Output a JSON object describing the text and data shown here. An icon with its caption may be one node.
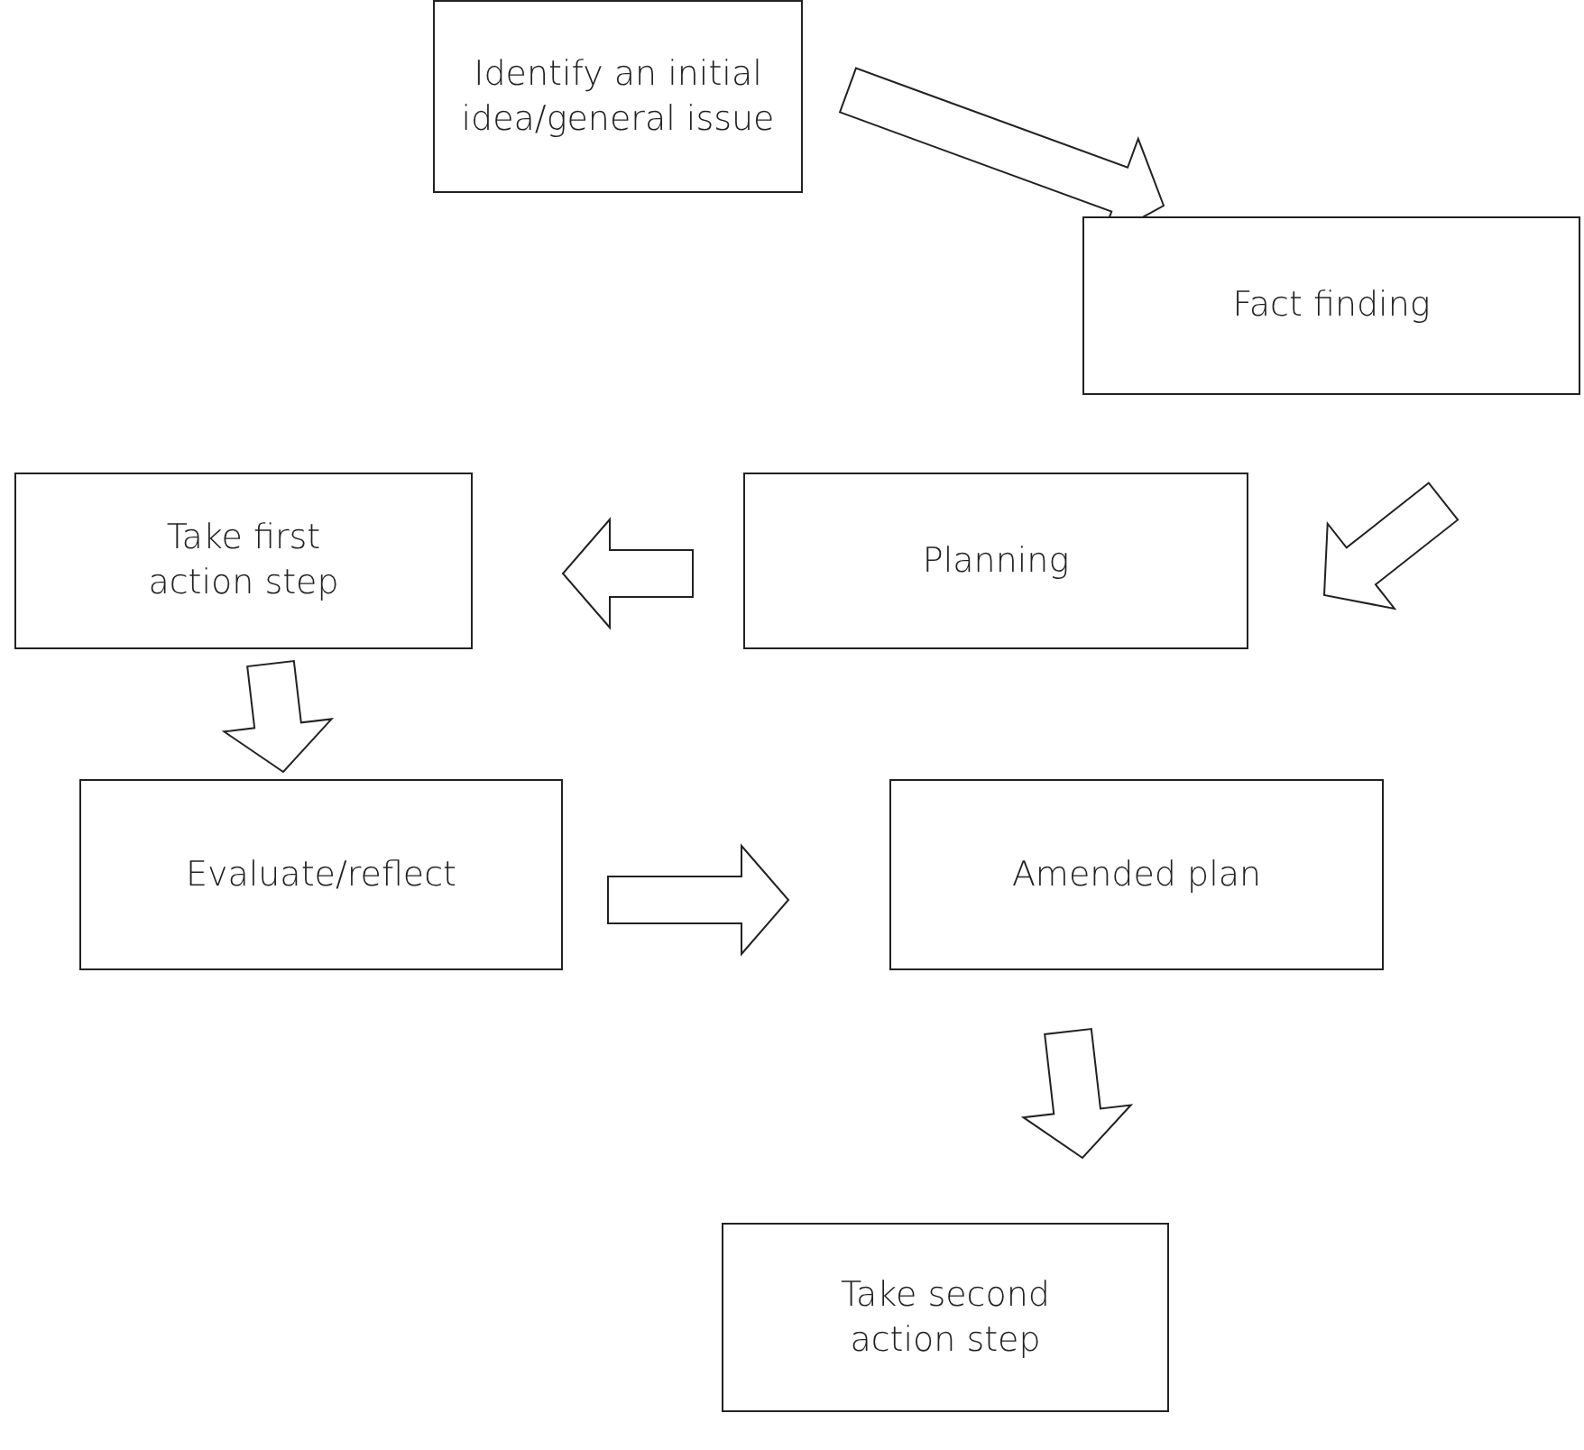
{
  "diagram": {
    "nodes": [
      {
        "text": [
          "Identify an initial idea/general issue"
        ]
      },
      {
        "text": [
          "Fact finding"
        ]
      },
      {
        "text": [
          "Planning"
        ]
      },
      {
        "text": [
          "Take first action step"
        ]
      },
      {
        "text": [
          "Evaluate/reflect"
        ]
      },
      {
        "text": [
          "Amended plan"
        ]
      },
      {
        "text": [
          "Take second action step"
        ]
      }
    ],
    "edges": [
      {
        "from": 0,
        "to": 1,
        "arrow": "to"
      },
      {
        "from": 1,
        "to": 2,
        "arrow": "to"
      },
      {
        "from": 2,
        "to": 3,
        "arrow": "to"
      },
      {
        "from": 3,
        "to": 4,
        "arrow": "to"
      },
      {
        "from": 4,
        "to": 5,
        "arrow": "to"
      },
      {
        "from": 5,
        "to": 6,
        "arrow": "to"
      }
    ]
  }
}
